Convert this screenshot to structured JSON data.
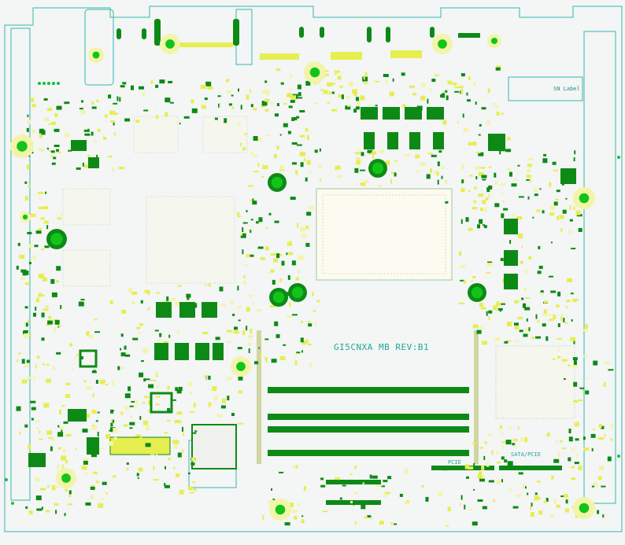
{
  "board": {
    "revision_label": "GI5CNXA MB REV:B1",
    "sn_label": "SN Label",
    "pcie_label": "PCIE",
    "sata_pcie_label": "SATA/PCIE"
  },
  "colors": {
    "background": "#f4f5f5",
    "outline": "#34b7ae",
    "component_green": "#0d8a16",
    "pad_yellow": "#e6ee50",
    "pad_light": "#f2f5a8",
    "mount_green": "#12c41a"
  }
}
